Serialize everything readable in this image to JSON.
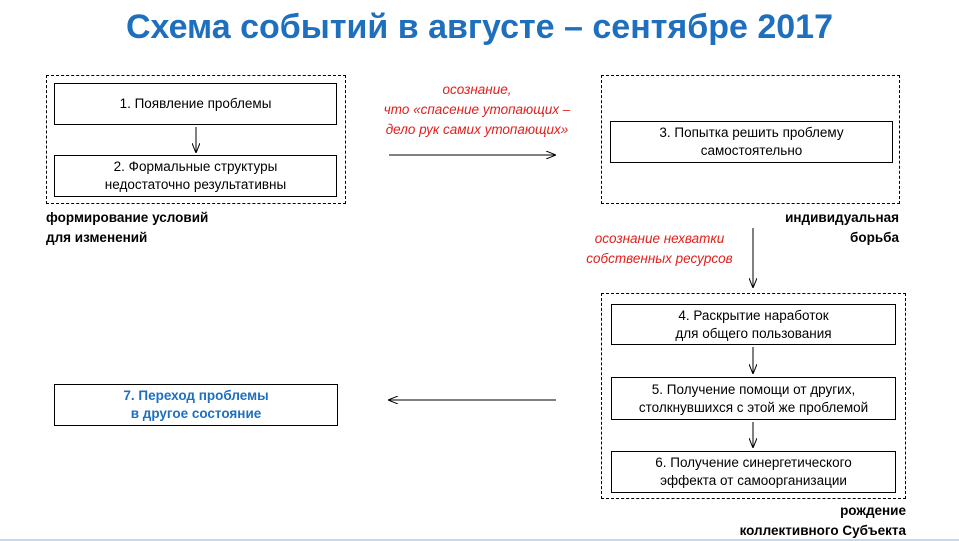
{
  "title": "Схема событий в августе – сентябре 2017",
  "nodes": {
    "n1": "1. Появление проблемы",
    "n2_line1": "2. Формальные структуры",
    "n2_line2": "недостаточно результативны",
    "n3_line1": "3. Попытка решить проблему",
    "n3_line2": "самостоятельно",
    "n4_line1": "4. Раскрытие наработок",
    "n4_line2": "для общего пользования",
    "n5_line1": "5. Получение помощи от других,",
    "n5_line2": "столкнувшихся с этой же проблемой",
    "n6_line1": "6. Получение синергетического",
    "n6_line2": "эффекта от самоорганизации",
    "n7_line1": "7. Переход проблемы",
    "n7_line2": "в другое состояние"
  },
  "groups": {
    "g1_line1": "формирование условий",
    "g1_line2": "для изменений",
    "g2_line1": "индивидуальная",
    "g2_line2": "борьба",
    "g3_line1": "рождение",
    "g3_line2": "коллективного Субъекта"
  },
  "transitions": {
    "t1_line1": "осознание,",
    "t1_line2": "что «спасение утопающих –",
    "t1_line3": "дело рук самих утопающих»",
    "t2_line1": "осознание нехватки",
    "t2_line2": "собственных ресурсов"
  },
  "colors": {
    "title": "#1f6fbf",
    "transition_text": "#e0201c",
    "node7_text": "#1f6fbf"
  }
}
